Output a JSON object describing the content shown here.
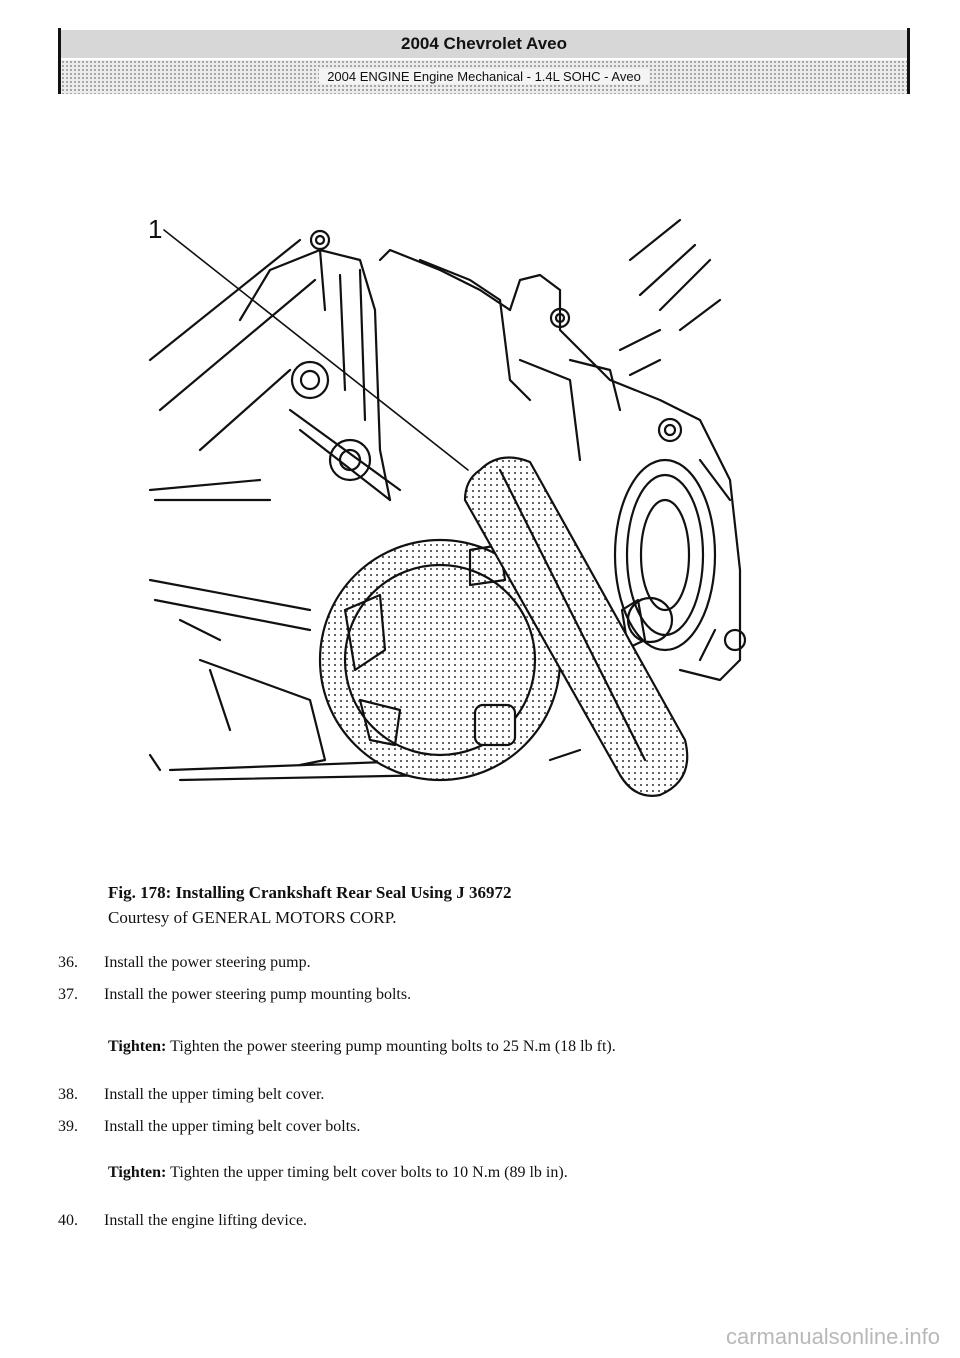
{
  "header": {
    "title": "2004 Chevrolet Aveo",
    "subtitle": "2004 ENGINE Engine Mechanical - 1.4L SOHC - Aveo"
  },
  "figure": {
    "callout": "1",
    "caption_title": "Fig. 178: Installing Crankshaft Rear Seal Using J 36972",
    "caption_credit": "Courtesy of GENERAL MOTORS CORP."
  },
  "steps": [
    {
      "num": "36.",
      "text": "Install the power steering pump."
    },
    {
      "num": "37.",
      "text": "Install the power steering pump mounting bolts."
    },
    {
      "num": "38.",
      "text": "Install the upper timing belt cover."
    },
    {
      "num": "39.",
      "text": "Install the upper timing belt cover bolts."
    },
    {
      "num": "40.",
      "text": "Install the engine lifting device."
    }
  ],
  "tighten": [
    {
      "label": "Tighten:",
      "text": "Tighten the power steering pump mounting bolts to 25 N.m (18 lb ft)."
    },
    {
      "label": "Tighten:",
      "text": "Tighten the upper timing belt cover bolts to 10 N.m (89 lb in)."
    }
  ],
  "watermark": "carmanualsonline.info"
}
